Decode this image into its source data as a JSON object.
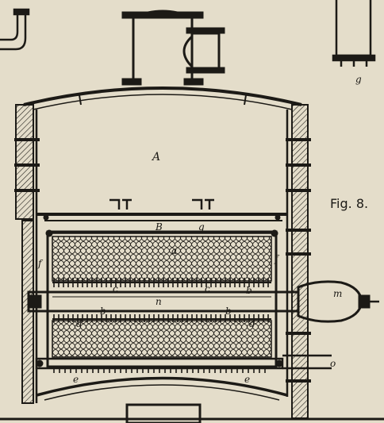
{
  "figure": {
    "title": "Fig. 8.",
    "labels": {
      "A": "A",
      "B": "B",
      "g": "g",
      "a": "a",
      "f_left": "f",
      "f_right": "f",
      "c_left": "c",
      "c_right": "c",
      "b_upper_right": "b",
      "b_left": "b",
      "b_right": "b",
      "n": "n",
      "m": "m",
      "d_left": "d",
      "d_right": "d",
      "e_left": "e",
      "e_right": "e",
      "o": "o",
      "g_top": "g"
    }
  },
  "colors": {
    "paper": "#e4ddca",
    "ink": "#1c1a16",
    "brick": "#8c8272"
  }
}
